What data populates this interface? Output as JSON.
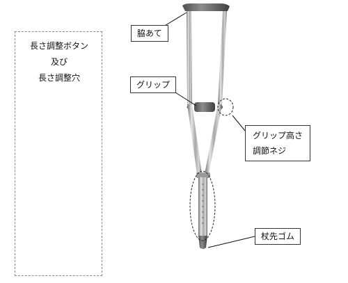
{
  "detail": {
    "line1": "長さ調整ボタン",
    "line2": "及び",
    "line3": "長さ調整穴"
  },
  "labels": {
    "armpad": "脇あて",
    "grip": "グリップ",
    "grip_height_line1": "グリップ高さ",
    "grip_height_line2": "調節ネジ",
    "tip": "杖先ゴム"
  }
}
